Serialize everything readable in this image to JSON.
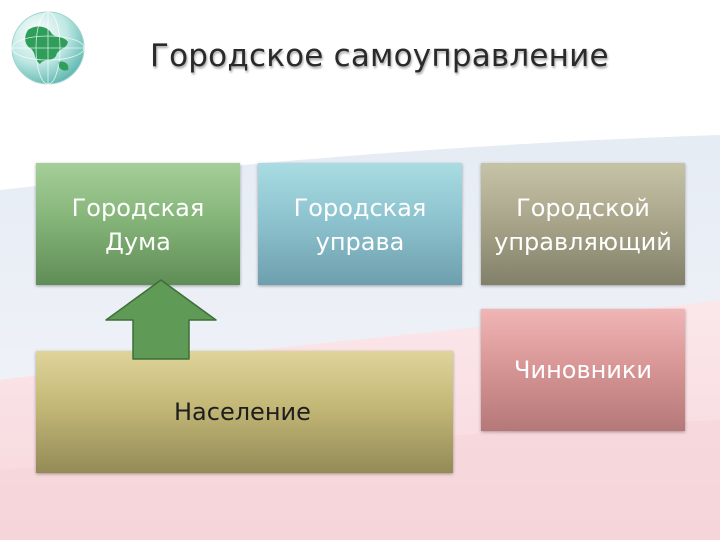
{
  "title": "Городское самоуправление",
  "boxes": {
    "duma": {
      "line1": "Городская",
      "line2": "Дума"
    },
    "uprava": {
      "line1": "Городская",
      "line2": "управа"
    },
    "manager": {
      "line1": "Городской",
      "line2": "управляющий"
    },
    "officials": {
      "label": "Чиновники"
    },
    "population": {
      "label": "Население"
    }
  },
  "icons": {
    "logo": "globe-icon",
    "arrow": "up-arrow-icon"
  },
  "colors": {
    "duma": "#86b57a",
    "uprava": "#8ec4cf",
    "manager": "#aaa78c",
    "officials": "#d99797",
    "population": "#c4b877",
    "arrow": "#5f9a56"
  }
}
